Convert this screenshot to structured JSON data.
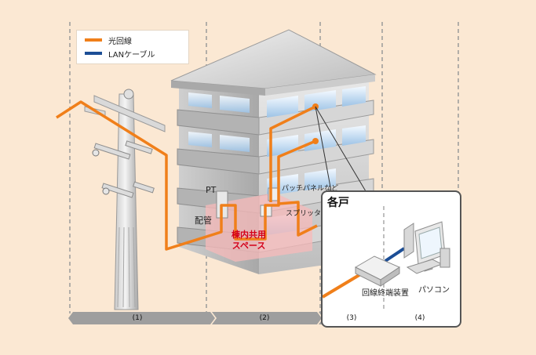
{
  "legend": {
    "fiber_label": "光回線",
    "lan_label": "LANケーブル",
    "fiber_color": "#f07f1a",
    "lan_color": "#1c4e96"
  },
  "labels": {
    "pt": "PT",
    "pipe": "配管",
    "patch_panel": "パッチパネルなど",
    "splitter": "スプリッタ",
    "shared_space_line1": "棟内共用",
    "shared_space_line2": "スペース",
    "each_unit": "各戸",
    "onu": "回線終端装置",
    "pc": "パソコン"
  },
  "segments": [
    "(1)",
    "(2)",
    "(3)",
    "(4)"
  ],
  "icons": [
    "utility-pole-icon",
    "building-icon",
    "onu-device-icon",
    "pc-icon"
  ]
}
